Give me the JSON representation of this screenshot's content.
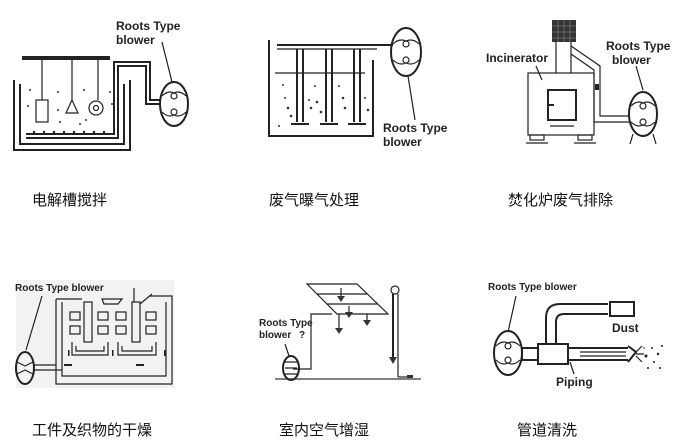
{
  "panels": [
    {
      "id": "electrolytic-tank-stirring",
      "caption": "电解槽搅拌",
      "labels": {
        "blower": [
          "Roots Type",
          "blower"
        ]
      }
    },
    {
      "id": "waste-gas-aeration",
      "caption": "废气曝气处理",
      "labels": {
        "blower": [
          "Roots Type",
          "blower"
        ]
      }
    },
    {
      "id": "incinerator-exhaust",
      "caption": "焚化炉废气排除",
      "labels": {
        "incinerator": "Incinerator",
        "blower": [
          "Roots Type",
          "blower"
        ]
      }
    },
    {
      "id": "workpiece-fabric-drying",
      "caption": "工件及织物的干燥",
      "labels": {
        "blower": "Roots Type blower"
      }
    },
    {
      "id": "indoor-humidification",
      "caption": "室内空气增湿",
      "labels": {
        "blower": [
          "Roots Type",
          "blower"
        ],
        "mark": "?"
      }
    },
    {
      "id": "pipe-cleaning",
      "caption": "管道清洗",
      "labels": {
        "blower": "Roots Type blower",
        "dust": "Dust",
        "piping": "Piping"
      }
    }
  ]
}
